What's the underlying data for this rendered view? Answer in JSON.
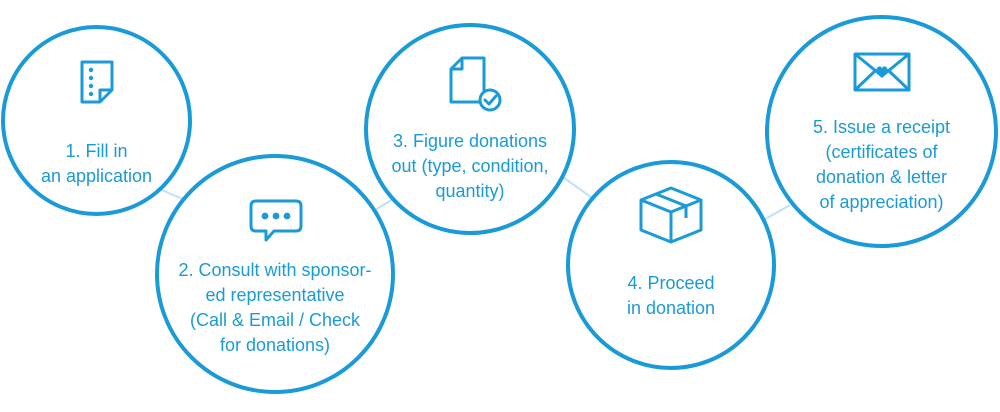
{
  "colors": {
    "accent": "#1a9ad6",
    "connector": "#bfe2f4"
  },
  "steps": [
    {
      "lines": [
        "1. Fill in",
        "an application"
      ],
      "icon": "form-page-icon"
    },
    {
      "lines": [
        "2. Consult with sponsor-",
        "ed representative",
        "(Call & Email / Check",
        "for donations)"
      ],
      "icon": "chat-bubble-icon"
    },
    {
      "lines": [
        "3. Figure donations",
        "out (type, condition,",
        "quantity)"
      ],
      "icon": "document-check-icon"
    },
    {
      "lines": [
        "4. Proceed",
        "in donation"
      ],
      "icon": "box-icon"
    },
    {
      "lines": [
        "5. Issue a receipt",
        "(certificates of",
        "donation & letter",
        "of appreciation)"
      ],
      "icon": "envelope-heart-icon"
    }
  ]
}
